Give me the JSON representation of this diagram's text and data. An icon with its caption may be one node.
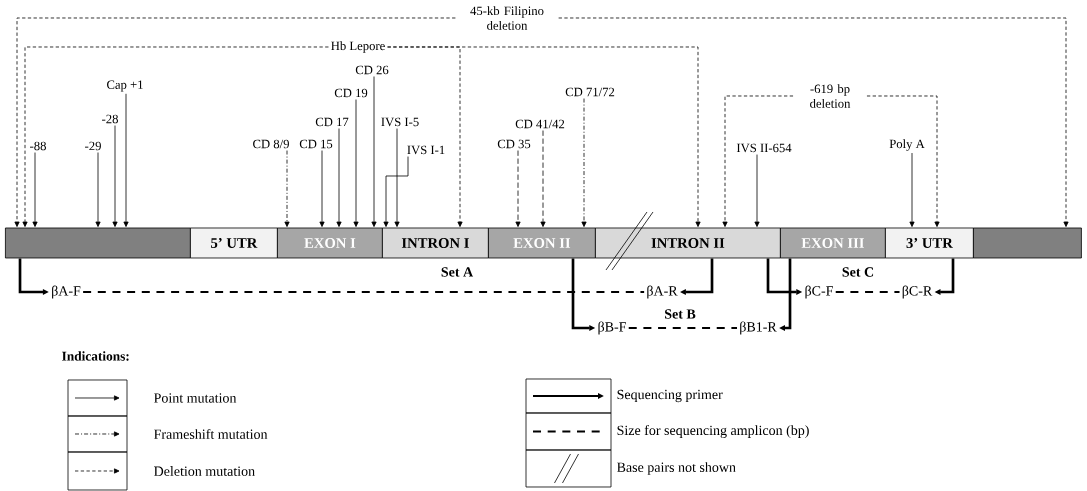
{
  "diagram": {
    "nodes": [
      {
        "text": [
          "45-kb Filipino deletion"
        ]
      },
      {
        "text": [
          "Hb Lepore"
        ]
      },
      {
        "text": [
          "CD 26"
        ]
      },
      {
        "text": [
          "Cap +1"
        ]
      },
      {
        "text": [
          "CD 71/72"
        ]
      },
      {
        "text": [
          "CD 19"
        ]
      },
      {
        "text": [
          "-619 bp deletion"
        ]
      },
      {
        "text": [
          "-28"
        ]
      },
      {
        "text": [
          "CD 17"
        ]
      },
      {
        "text": [
          "IVS I-5"
        ]
      },
      {
        "text": [
          "CD 41/42"
        ]
      },
      {
        "text": [
          "-88"
        ]
      },
      {
        "text": [
          "-29"
        ]
      },
      {
        "text": [
          "CD 8/9"
        ]
      },
      {
        "text": [
          "CD 15"
        ]
      },
      {
        "text": [
          "CD 35"
        ]
      },
      {
        "text": [
          "Poly A"
        ]
      },
      {
        "text": [
          "IVS II-654"
        ]
      },
      {
        "text": [
          "IVS I-1"
        ]
      },
      {
        "text": [],
        "shape": "bar"
      },
      {
        "text": [
          "5’ UTR"
        ]
      },
      {
        "text": [
          "EXON I"
        ]
      },
      {
        "text": [
          "INTRON I"
        ]
      },
      {
        "text": [
          "EXON II"
        ]
      },
      {
        "text": [
          "INTRON II"
        ]
      },
      {
        "text": [
          "EXON III"
        ]
      },
      {
        "text": [
          "3’ UTR"
        ]
      },
      {
        "text": [],
        "shape": "bar"
      },
      {
        "text": [
          "βA-F"
        ]
      },
      {
        "text": [
          "βA-R"
        ]
      },
      {
        "text": [
          "βC-F"
        ]
      },
      {
        "text": [
          "βC-R"
        ]
      },
      {
        "text": [
          "βB-F"
        ]
      },
      {
        "text": [
          "βB1-R"
        ]
      }
    ],
    "edges": [
      {
        "from": 0,
        "to": 19,
        "arrow": "to",
        "style": "dashed"
      },
      {
        "from": 0,
        "to": 27,
        "arrow": "to",
        "style": "dashed"
      },
      {
        "from": 1,
        "to": 19,
        "arrow": "to",
        "style": "dashed"
      },
      {
        "from": 1,
        "to": 22,
        "arrow": "to",
        "style": "dashed"
      },
      {
        "from": 1,
        "to": 24,
        "arrow": "to",
        "style": "dashed"
      },
      {
        "from": 6,
        "to": 24,
        "arrow": "to",
        "style": "dashed"
      },
      {
        "from": 6,
        "to": 26,
        "arrow": "to",
        "style": "dashed"
      },
      {
        "from": 2,
        "to": 21,
        "arrow": "to"
      },
      {
        "from": 3,
        "to": 19,
        "arrow": "to"
      },
      {
        "from": 4,
        "to": 23,
        "arrow": "to",
        "style": "dashed"
      },
      {
        "from": 5,
        "to": 21,
        "arrow": "to"
      },
      {
        "from": 7,
        "to": 19,
        "arrow": "to"
      },
      {
        "from": 8,
        "to": 21,
        "arrow": "to"
      },
      {
        "from": 9,
        "to": 22,
        "arrow": "to"
      },
      {
        "from": 10,
        "to": 23,
        "arrow": "to",
        "style": "dashed"
      },
      {
        "from": 11,
        "to": 19,
        "arrow": "to"
      },
      {
        "from": 12,
        "to": 19,
        "arrow": "to"
      },
      {
        "from": 13,
        "to": 21,
        "arrow": "to",
        "style": "dashed"
      },
      {
        "from": 14,
        "to": 21,
        "arrow": "to"
      },
      {
        "from": 15,
        "to": 23,
        "arrow": "to",
        "style": "dashed"
      },
      {
        "from": 16,
        "to": 26,
        "arrow": "to"
      },
      {
        "from": 17,
        "to": 24,
        "arrow": "to"
      },
      {
        "from": 18,
        "to": 22,
        "arrow": "to"
      },
      {
        "from": 19,
        "to": 28,
        "arrow": "to",
        "style": "thick"
      },
      {
        "from": 24,
        "to": 29,
        "arrow": "to",
        "style": "thick"
      },
      {
        "from": 23,
        "to": 32,
        "arrow": "to",
        "style": "thick"
      },
      {
        "from": 25,
        "to": 33,
        "arrow": "to",
        "style": "thick"
      },
      {
        "from": 24,
        "to": 30,
        "arrow": "to",
        "style": "thick"
      },
      {
        "from": 26,
        "to": 31,
        "arrow": "to",
        "style": "thick"
      },
      {
        "from": 28,
        "to": 29,
        "arrow": "none",
        "style": "dashed",
        "label": "Set A"
      },
      {
        "from": 32,
        "to": 33,
        "arrow": "none",
        "style": "dashed",
        "label": "Set B"
      },
      {
        "from": 30,
        "to": 31,
        "arrow": "none",
        "style": "dashed",
        "label": "Set C"
      }
    ],
    "labels": [
      "Indications:"
    ],
    "legend": [
      {
        "text": "Point mutation"
      },
      {
        "text": "Frameshift mutation"
      },
      {
        "text": "Deletion mutation"
      },
      {
        "text": "Sequencing primer"
      },
      {
        "text": "Size for sequencing amplicon (bp)"
      },
      {
        "text": "Base pairs not shown"
      }
    ]
  }
}
